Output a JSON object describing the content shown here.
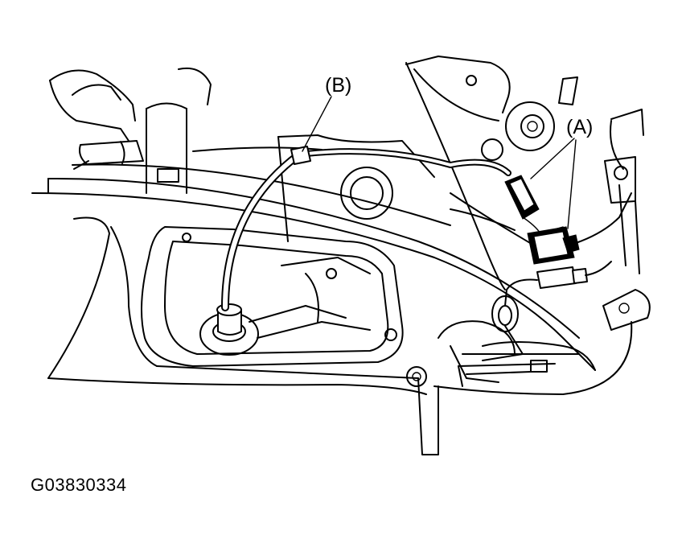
{
  "callouts": {
    "a": "(A)",
    "b": "(B)"
  },
  "figure_code": "G03830334"
}
